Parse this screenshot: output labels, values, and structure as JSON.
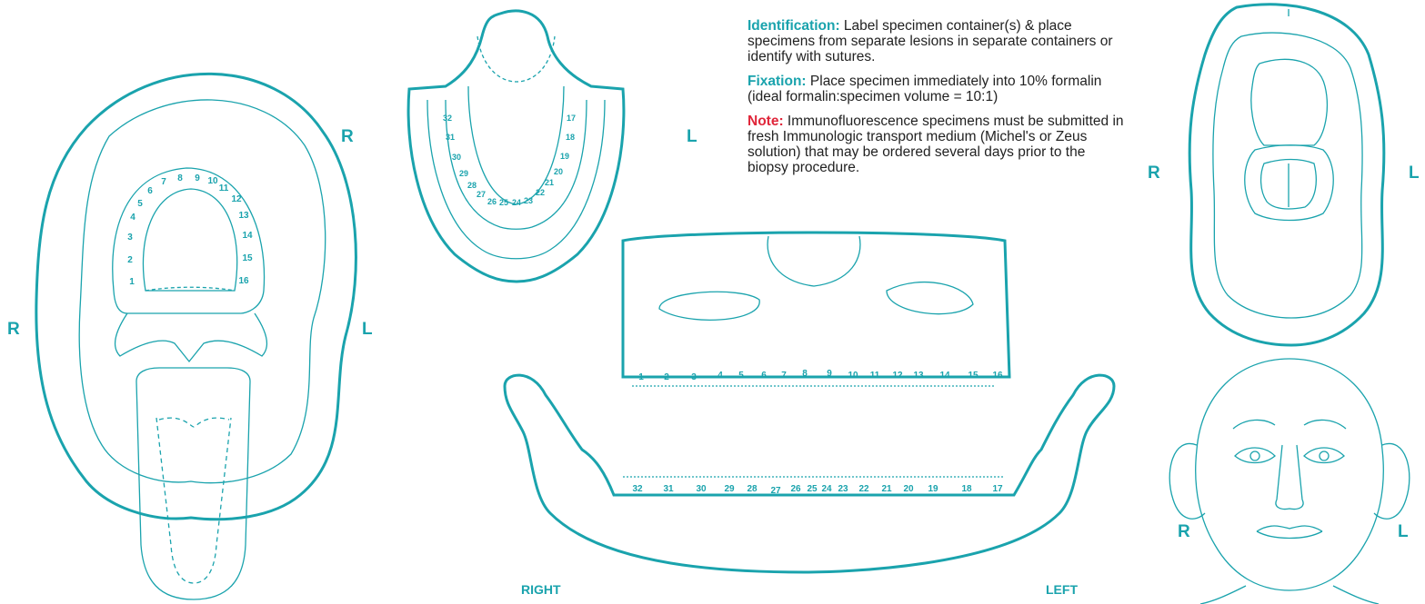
{
  "notes": {
    "identification_label": "Identification:",
    "identification_text": "Label specimen container(s) & place specimens from separate lesions in separate containers or identify with sutures.",
    "fixation_label": "Fixation:",
    "fixation_text": "Place specimen immediately into 10% formalin (ideal formalin:specimen volume = 10:1)",
    "note_label": "Note:",
    "note_text": "Immunofluorescence specimens must be submitted in fresh Immunologic transport medium (Michel's or Zeus solution) that may be ordered several days prior to the biopsy procedure."
  },
  "sides": {
    "r": "R",
    "l": "L",
    "right": "RIGHT",
    "left": "LEFT"
  },
  "teeth": {
    "upper": [
      "1",
      "2",
      "3",
      "4",
      "5",
      "6",
      "7",
      "8",
      "9",
      "10",
      "11",
      "12",
      "13",
      "14",
      "15",
      "16"
    ],
    "lower": [
      "32",
      "31",
      "30",
      "29",
      "28",
      "27",
      "26",
      "25",
      "24",
      "23",
      "22",
      "21",
      "20",
      "19",
      "18",
      "17"
    ]
  },
  "colors": {
    "accent": "#1aa3ad",
    "note": "#e0263a",
    "text": "#222222"
  }
}
